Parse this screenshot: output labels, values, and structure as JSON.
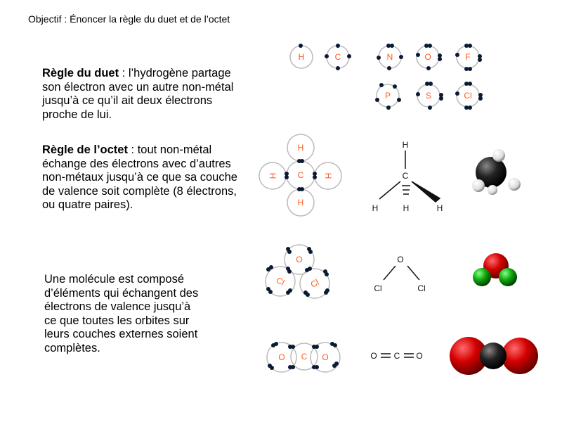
{
  "title": "Objectif : Énoncer la règle du duet et de l’octet",
  "duet": {
    "heading": "Règle du duet",
    "text": " : l’hydrogène partage son électron avec un autre non-métal jusqu’à ce qu’il ait deux électrons proche de lui."
  },
  "octet": {
    "heading": "Règle de l’octet",
    "text": " : tout non-métal échange des électrons avec d’autres non-métaux jusqu’à ce que sa couche de valence soit complète (8 électrons, ou quatre paires)."
  },
  "molecule": "Une molécule est composé d’éléments qui échangent des électrons de valence jusqu’à ce que toutes les orbites sur leurs couches externes soient complètes.",
  "atoms": [
    "H",
    "C",
    "N",
    "O",
    "F",
    "P",
    "S",
    "Cl"
  ],
  "methane": {
    "center": "C",
    "h": "H"
  },
  "cl2o": {
    "o": "O",
    "cl": "Cl"
  },
  "co2": {
    "o": "O",
    "c": "C",
    "formula": [
      "O",
      "C",
      "O"
    ]
  }
}
